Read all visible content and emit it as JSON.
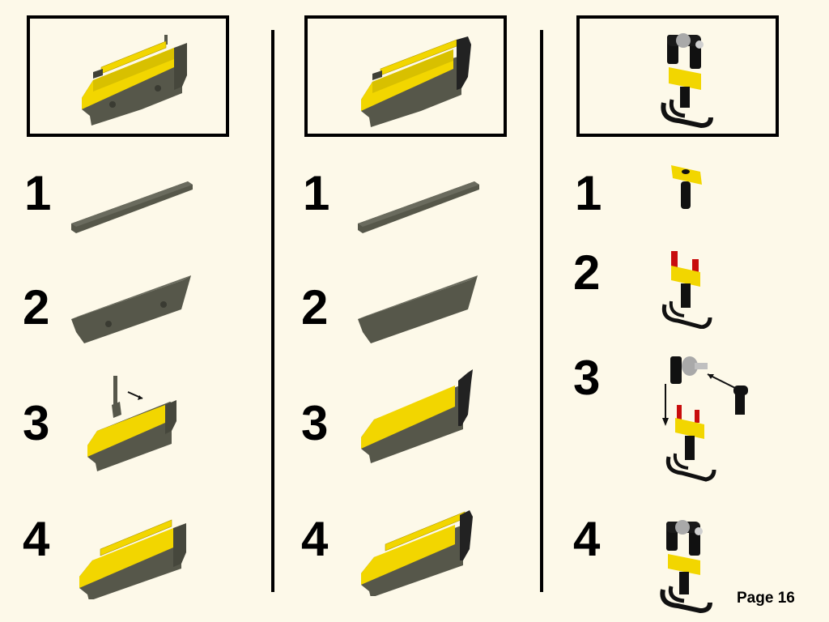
{
  "page": {
    "label": "Page 16"
  },
  "colors": {
    "background": "#fdf9e9",
    "yellow": "#f2d600",
    "yellow_dark": "#c9b000",
    "dark_gray": "#56574a",
    "dark_gray_side": "#3f4036",
    "black": "#111111",
    "red": "#c80d0d",
    "light_gray": "#a9a9a9"
  },
  "columns": [
    {
      "id": "left",
      "result": {
        "description": "assembled yellow and dark-gray side panel with top tile"
      },
      "steps": [
        {
          "number": "1",
          "description": "dark gray 1x10 plate"
        },
        {
          "number": "2",
          "description": "dark gray brick row with slopes and pins"
        },
        {
          "number": "3",
          "description": "yellow bricks added, lever piece inserted (arrow)"
        },
        {
          "number": "4",
          "description": "yellow tile added on top"
        }
      ]
    },
    {
      "id": "middle",
      "result": {
        "description": "mirrored yellow and dark-gray side panel with hinge"
      },
      "steps": [
        {
          "number": "1",
          "description": "dark gray 1x10 plate"
        },
        {
          "number": "2",
          "description": "dark gray brick row with slopes"
        },
        {
          "number": "3",
          "description": "yellow bricks and black hinge added"
        },
        {
          "number": "4",
          "description": "yellow tile added on top"
        }
      ]
    },
    {
      "id": "right",
      "result": {
        "description": "hook assembly with yellow beam, black connectors and gray bush"
      },
      "steps": [
        {
          "number": "1",
          "description": "yellow beam with black axle connector"
        },
        {
          "number": "2",
          "description": "red pins and black hook added"
        },
        {
          "number": "3",
          "description": "black connectors with gray bush attached (arrows)"
        },
        {
          "number": "4",
          "description": "completed hook assembly"
        }
      ]
    }
  ]
}
